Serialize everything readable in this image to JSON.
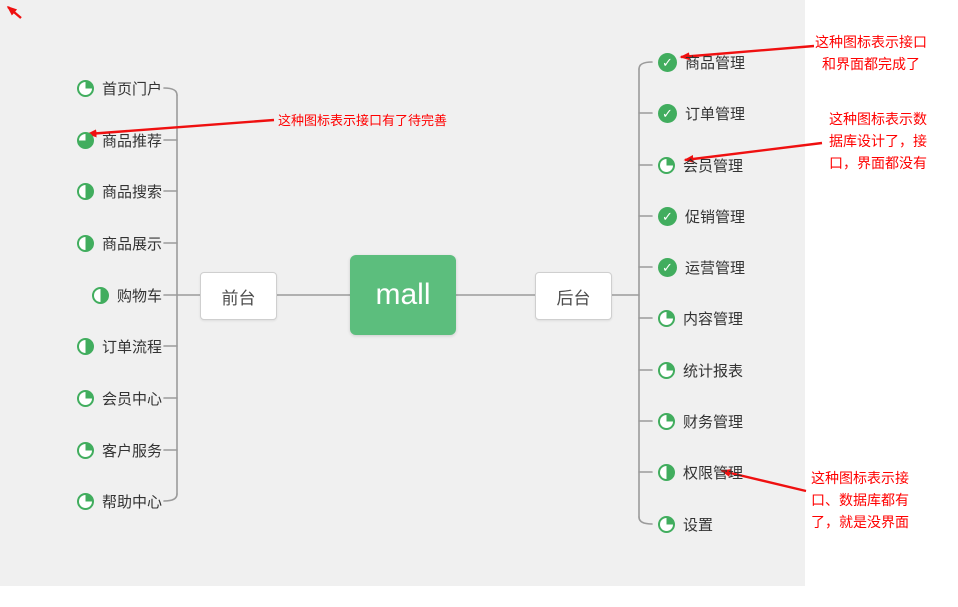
{
  "colors": {
    "canvas_bg": "#f0f0f0",
    "icon_green": "#41ad5e",
    "mall_green": "#5cbe7d",
    "annotation_red": "#ff0000",
    "connector_gray": "#9b9b9b"
  },
  "root": {
    "label": "mall"
  },
  "front": {
    "label": "前台",
    "items": [
      {
        "label": "首页门户",
        "progress": "quarter"
      },
      {
        "label": "商品推荐",
        "progress": "three-quarter"
      },
      {
        "label": "商品搜索",
        "progress": "half"
      },
      {
        "label": "商品展示",
        "progress": "half"
      },
      {
        "label": "购物车",
        "progress": "half"
      },
      {
        "label": "订单流程",
        "progress": "half"
      },
      {
        "label": "会员中心",
        "progress": "quarter"
      },
      {
        "label": "客户服务",
        "progress": "quarter"
      },
      {
        "label": "帮助中心",
        "progress": "quarter"
      }
    ]
  },
  "back": {
    "label": "后台",
    "items": [
      {
        "label": "商品管理",
        "progress": "done"
      },
      {
        "label": "订单管理",
        "progress": "done"
      },
      {
        "label": "会员管理",
        "progress": "quarter"
      },
      {
        "label": "促销管理",
        "progress": "done"
      },
      {
        "label": "运营管理",
        "progress": "done"
      },
      {
        "label": "内容管理",
        "progress": "quarter"
      },
      {
        "label": "统计报表",
        "progress": "quarter"
      },
      {
        "label": "财务管理",
        "progress": "quarter"
      },
      {
        "label": "权限管理",
        "progress": "half"
      },
      {
        "label": "设置",
        "progress": "quarter"
      }
    ]
  },
  "annotations": [
    {
      "id": "interface-needs-improvement",
      "lines": [
        "这种图标表示接口有了待完善"
      ]
    },
    {
      "id": "interface-and-ui-done",
      "lines": [
        "这种图标表示接口",
        "和界面都完成了"
      ]
    },
    {
      "id": "db-designed-only",
      "lines": [
        "这种图标表示数",
        "据库设计了，接",
        "口，界面都没有"
      ]
    },
    {
      "id": "no-ui-yet",
      "lines": [
        "这种图标表示接",
        "口、数据库都有",
        "了，就是没界面"
      ]
    }
  ]
}
